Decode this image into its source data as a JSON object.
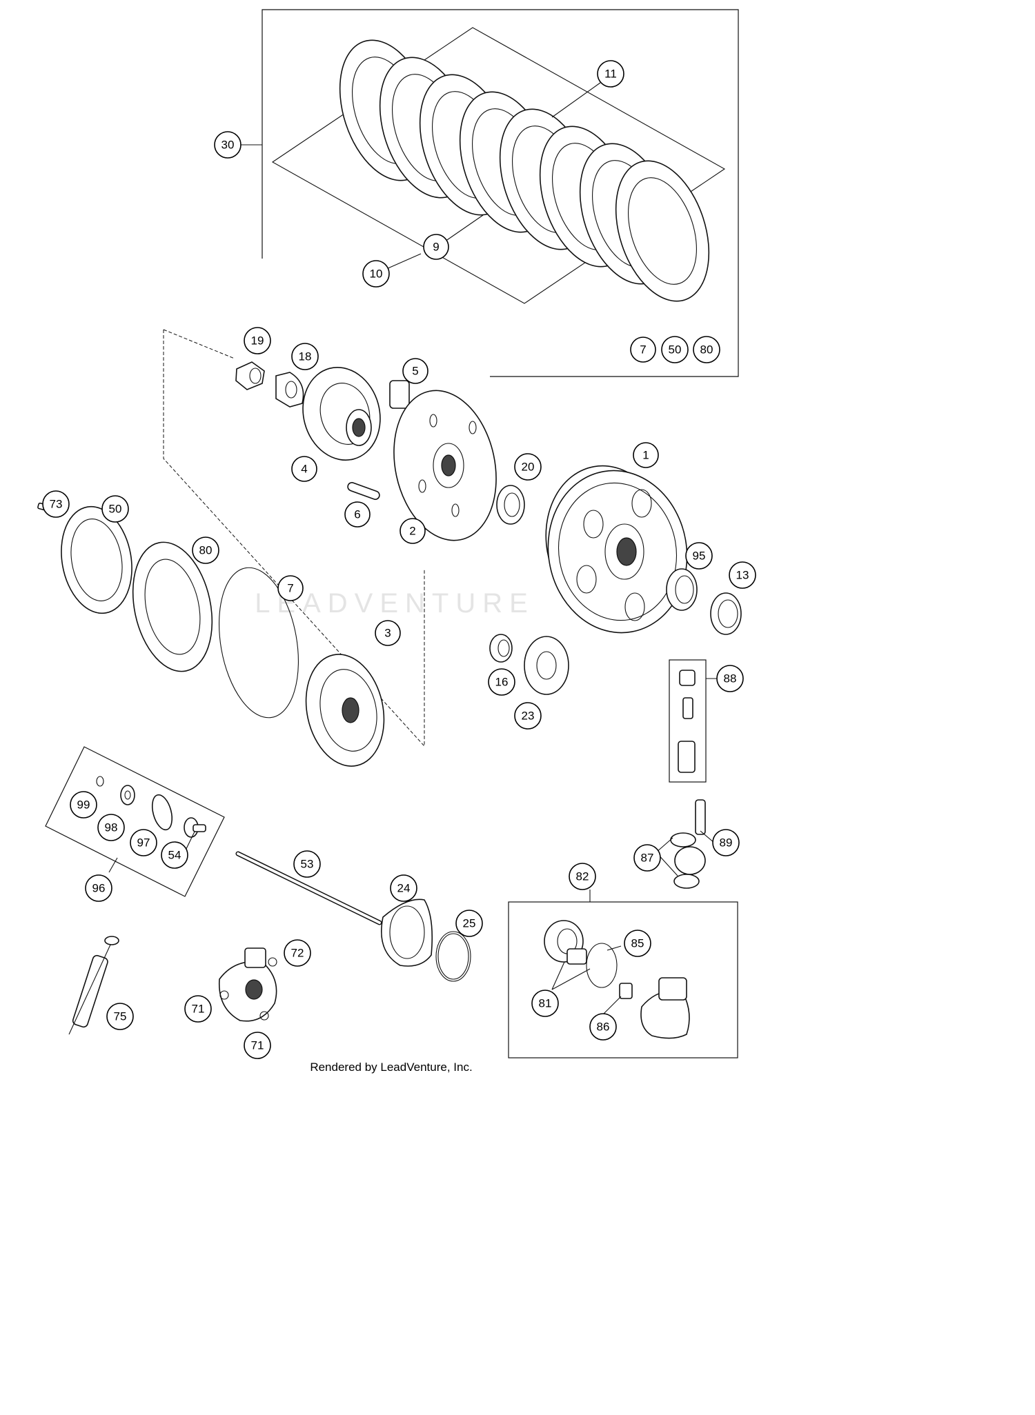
{
  "diagram": {
    "watermark": "LEADVENTURE",
    "credit": "Rendered by LeadVenture, Inc.",
    "callouts": [
      "1",
      "2",
      "3",
      "4",
      "5",
      "6",
      "7",
      "9",
      "10",
      "11",
      "13",
      "16",
      "18",
      "19",
      "20",
      "23",
      "24",
      "25",
      "30",
      "50",
      "53",
      "54",
      "71",
      "72",
      "73",
      "75",
      "80",
      "81",
      "82",
      "85",
      "86",
      "87",
      "88",
      "89",
      "95",
      "96",
      "97",
      "98",
      "99"
    ],
    "kit_30_contents": [
      "7",
      "50",
      "80"
    ]
  }
}
